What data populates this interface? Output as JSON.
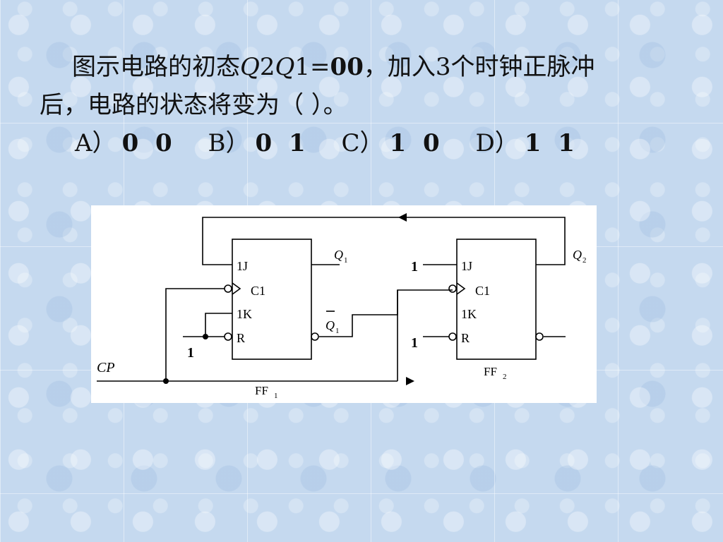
{
  "question": {
    "line1": {
      "prefix": "图示电路的初态",
      "q2": "Q",
      "n2": "2",
      "q1": "Q",
      "n1": "1",
      "eq": "=",
      "value": "00",
      "suffix": "，加入3个时钟正脉冲"
    },
    "line2": "后，电路的状态将变为（      ）。",
    "options": [
      {
        "label": "A）",
        "value": "0 0"
      },
      {
        "label": "B）",
        "value": "0 1"
      },
      {
        "label": "C）",
        "value": "1 0"
      },
      {
        "label": "D）",
        "value": "1 1"
      }
    ]
  },
  "circuit": {
    "ff1": {
      "name": "FF",
      "sub": "1",
      "pins": {
        "j": "1J",
        "c": "C1",
        "k": "1K",
        "r": "R"
      },
      "out_q": "Q",
      "out_q_sub": "1",
      "out_qbar": "Q",
      "out_qbar_sub": "1"
    },
    "ff2": {
      "name": "FF",
      "sub": "2",
      "pins": {
        "j": "1J",
        "c": "C1",
        "k": "1K",
        "r": "R"
      },
      "out_q": "Q",
      "out_q_sub": "2"
    },
    "clock_label": "CP",
    "const_one": "1"
  }
}
